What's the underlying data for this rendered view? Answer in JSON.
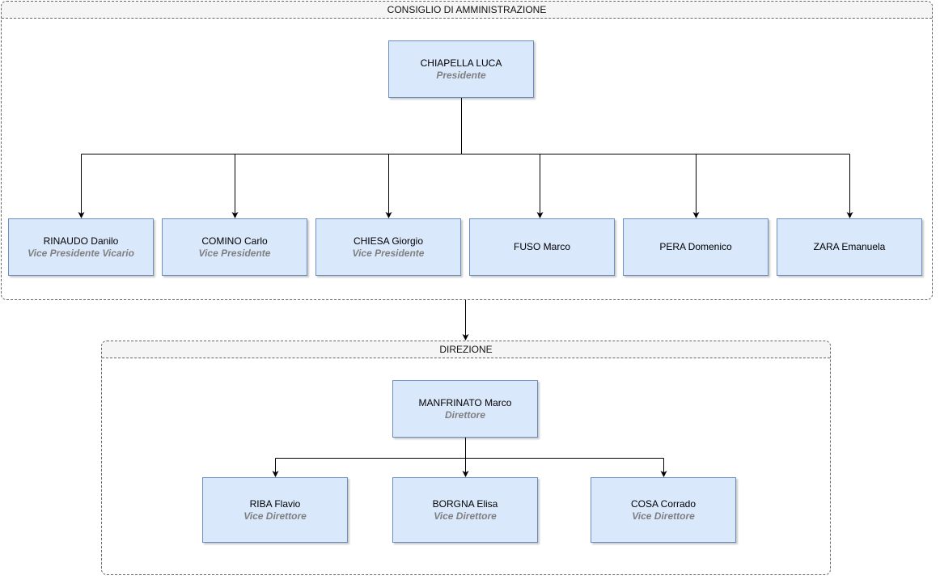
{
  "board": {
    "title": "CONSIGLIO DI AMMINISTRAZIONE",
    "president": {
      "name": "CHIAPELLA LUCA",
      "role": "Presidente"
    },
    "members": [
      {
        "name": "RINAUDO Danilo",
        "role": "Vice Presidente Vicario"
      },
      {
        "name": "COMINO Carlo",
        "role": "Vice Presidente"
      },
      {
        "name": "CHIESA Giorgio",
        "role": "Vice Presidente"
      },
      {
        "name": "FUSO Marco",
        "role": ""
      },
      {
        "name": "PERA Domenico",
        "role": ""
      },
      {
        "name": "ZARA Emanuela",
        "role": ""
      }
    ]
  },
  "direction": {
    "title": "DIREZIONE",
    "director": {
      "name": "MANFRINATO Marco",
      "role": "Direttore"
    },
    "deputies": [
      {
        "name": "RIBA Flavio",
        "role": "Vice Direttore"
      },
      {
        "name": "BORGNA Elisa",
        "role": "Vice Direttore"
      },
      {
        "name": "COSA Corrado",
        "role": "Vice Direttore"
      }
    ]
  },
  "colors": {
    "node_fill": "#dae8fc",
    "node_border": "#6c8ebf",
    "role_text": "#7f7f7f",
    "container_border": "#666666",
    "container_header": "#f5f5f5"
  }
}
